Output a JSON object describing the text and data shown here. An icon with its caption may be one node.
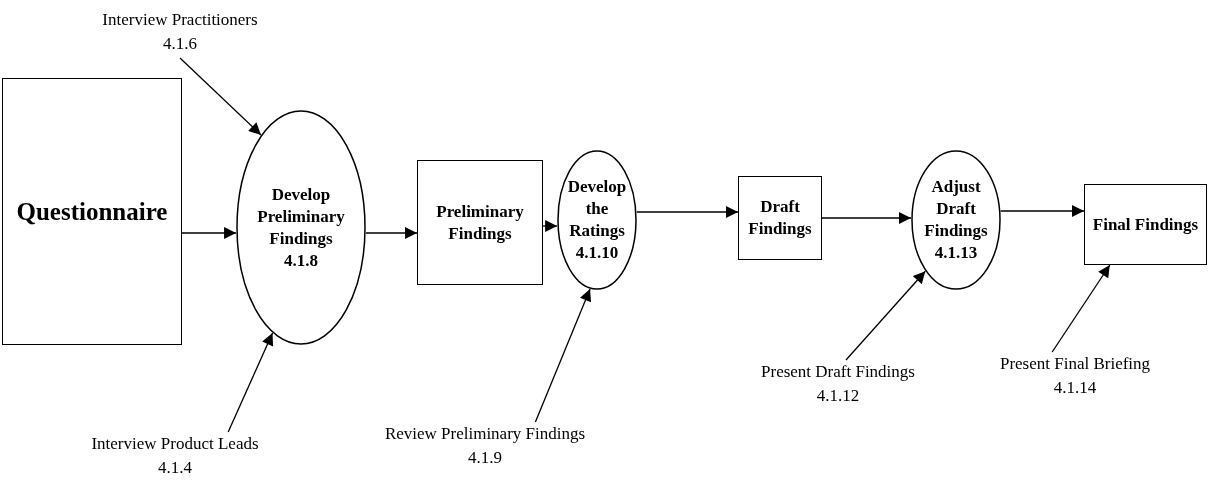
{
  "diagram": {
    "nodes": [
      {
        "text": [
          "Questionnaire"
        ]
      },
      {
        "text": [
          "Develop Preliminary Findings",
          "4.1.8"
        ]
      },
      {
        "text": [
          "Preliminary Findings"
        ]
      },
      {
        "text": [
          "Develop the Ratings",
          "4.1.10"
        ]
      },
      {
        "text": [
          "Draft Findings"
        ]
      },
      {
        "text": [
          "Adjust Draft Findings",
          "4.1.13"
        ]
      },
      {
        "text": [
          "Final Findings"
        ]
      },
      {
        "text": [
          "Interview Practitioners",
          "4.1.6"
        ]
      },
      {
        "text": [
          "Interview Product Leads",
          "4.1.4"
        ]
      },
      {
        "text": [
          "Review Preliminary Findings",
          "4.1.9"
        ]
      },
      {
        "text": [
          "Present Draft Findings",
          "4.1.12"
        ]
      },
      {
        "text": [
          "Present Final Briefing",
          "4.1.14"
        ]
      }
    ],
    "edges": [
      {
        "from": 0,
        "to": 1,
        "arrow": "to"
      },
      {
        "from": 1,
        "to": 2,
        "arrow": "to"
      },
      {
        "from": 2,
        "to": 3,
        "arrow": "to"
      },
      {
        "from": 3,
        "to": 4,
        "arrow": "to"
      },
      {
        "from": 4,
        "to": 5,
        "arrow": "to"
      },
      {
        "from": 5,
        "to": 6,
        "arrow": "to"
      },
      {
        "from": 7,
        "to": 1,
        "arrow": "to"
      },
      {
        "from": 8,
        "to": 1,
        "arrow": "to"
      },
      {
        "from": 9,
        "to": 3,
        "arrow": "to"
      },
      {
        "from": 10,
        "to": 5,
        "arrow": "to"
      },
      {
        "from": 11,
        "to": 6,
        "arrow": "to"
      }
    ]
  }
}
